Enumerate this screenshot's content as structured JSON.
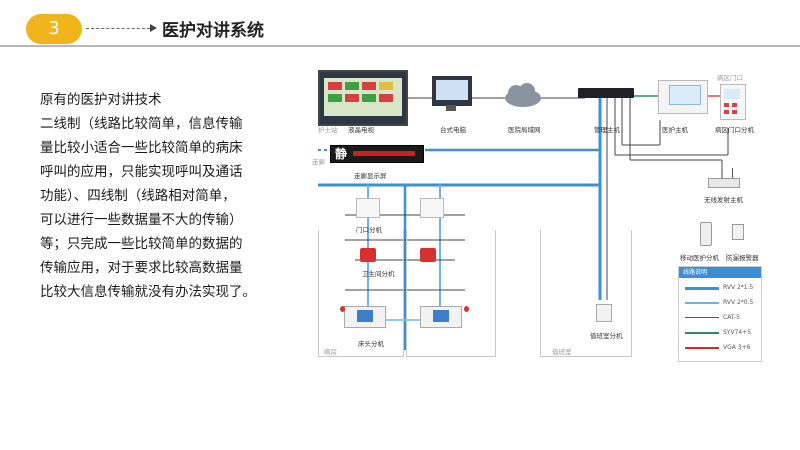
{
  "header": {
    "number": "3",
    "title": "医护对讲系统"
  },
  "body": {
    "lines": [
      "原有的医护对讲技术",
      "二线制（线路比较简单，信息传输",
      "量比较小适合一些比较简单的病床",
      "呼叫的应用，只能实现呼叫及通话",
      "功能）、四线制（线路相对简单，",
      "可以进行一些数据量不大的传输）",
      "等；只完成一些比较简单的数据的",
      "传输应用，对于要求比较高数据量",
      "比较大信息传输就没有办法实现了。"
    ]
  },
  "diagram": {
    "labels": {
      "nurse_station": "护士站",
      "lcd_tv": "液晶电视",
      "desktop_pc": "台式电脑",
      "hospital_lan": "医院局域网",
      "mgmt_host": "管理主机",
      "medical_host": "医护主机",
      "ward_door": "病区门口",
      "ward_door_unit": "病区门口分机",
      "corridor": "走廊",
      "corridor_display": "走廊显示屏",
      "wireless_tx": "无线发射主机",
      "door_unit": "门口分机",
      "bathroom_unit": "卫生间分机",
      "mobile_unit": "移动医护分机",
      "leak_alarm": "防漏报警器",
      "bedside_unit": "床头分机",
      "duty_room_unit": "值班室分机",
      "ward": "病房",
      "duty_room": "值班室"
    },
    "display_char": "静",
    "legend": {
      "title": "线路说明",
      "items": [
        {
          "label": "RVV 2*1.5",
          "color": "#3d8fd6"
        },
        {
          "label": "RVV 2*0.5",
          "color": "#6fb2ea"
        },
        {
          "label": "CAT-5",
          "color": "#555555"
        },
        {
          "label": "SYV74+5",
          "color": "#2e8b57"
        },
        {
          "label": "VGA 3+6",
          "color": "#d62b2b"
        }
      ]
    }
  }
}
